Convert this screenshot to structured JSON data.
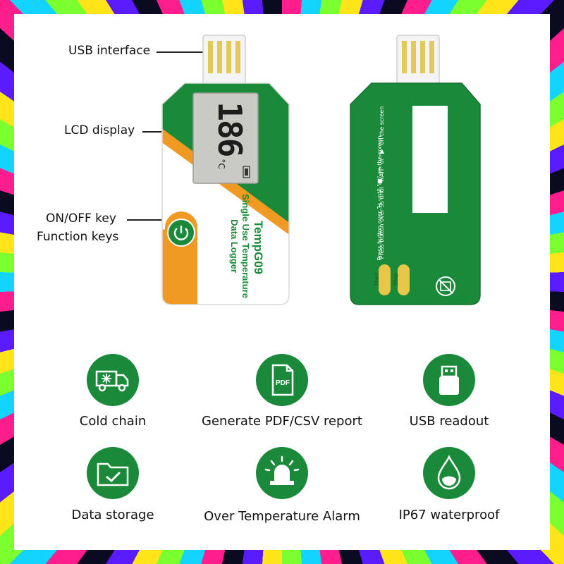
{
  "callouts": {
    "usb": "USB interface",
    "lcd": "LCD display",
    "onoff": "ON/OFF key",
    "function": "Function keys"
  },
  "front_device": {
    "lcd_digits": "186",
    "lcd_unit": "°C",
    "title": "TempG09",
    "subtitle_line1": "Single Use Temperature",
    "subtitle_line2": "Data Logger"
  },
  "back_device": {
    "instruction_1": "Press button over 3s until \"WAIT\" or \"▶\" on the screen",
    "instruction_2": "Press button over 3s until \"■\" on the screen",
    "start_label": "Start",
    "stop_label": "Stop"
  },
  "features": [
    {
      "icon": "truck-icon",
      "label": "Cold chain"
    },
    {
      "icon": "pdf-icon",
      "label": "Generate PDF/CSV report",
      "icon_text": "PDF"
    },
    {
      "icon": "usb-icon",
      "label": "USB readout"
    },
    {
      "icon": "folder-check-icon",
      "label": "Data storage"
    },
    {
      "icon": "alarm-icon",
      "label": "Over Temperature Alarm"
    },
    {
      "icon": "water-drop-icon",
      "label": "IP67 waterproof"
    }
  ],
  "colors": {
    "green": "#1a8a3a",
    "orange": "#f09a24",
    "gold": "#e7c64a",
    "lcd": "#c9cac6"
  }
}
